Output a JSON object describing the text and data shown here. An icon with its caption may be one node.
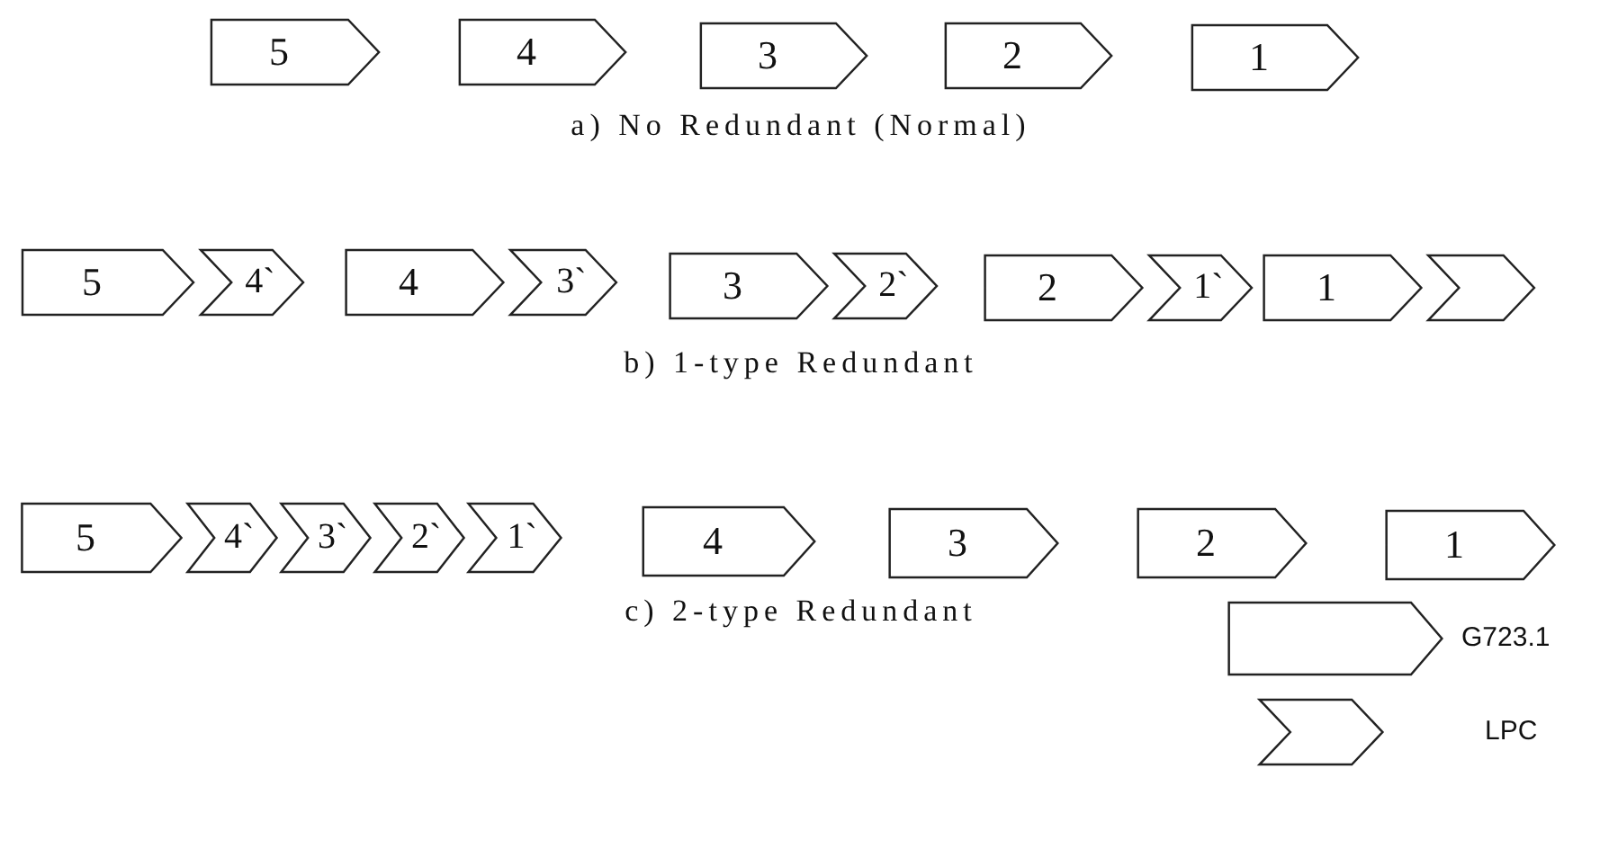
{
  "diagram": {
    "nodes": [
      {
        "text": [
          "5"
        ]
      },
      {
        "text": [
          "4"
        ]
      },
      {
        "text": [
          "3"
        ]
      },
      {
        "text": [
          "2"
        ]
      },
      {
        "text": [
          "1"
        ]
      },
      {
        "text": [
          "5"
        ]
      },
      {
        "text": [
          "4`"
        ]
      },
      {
        "text": [
          "4"
        ]
      },
      {
        "text": [
          "3`"
        ]
      },
      {
        "text": [
          "3"
        ]
      },
      {
        "text": [
          "2`"
        ]
      },
      {
        "text": [
          "2"
        ]
      },
      {
        "text": [
          "1`"
        ]
      },
      {
        "text": [
          "1"
        ]
      },
      {
        "text": [],
        "shape": "chevron"
      },
      {
        "text": [
          "5"
        ]
      },
      {
        "text": [
          "4`"
        ]
      },
      {
        "text": [
          "3`"
        ]
      },
      {
        "text": [
          "2`"
        ]
      },
      {
        "text": [
          "1`"
        ]
      },
      {
        "text": [
          "4"
        ]
      },
      {
        "text": [
          "3"
        ]
      },
      {
        "text": [
          "2"
        ]
      },
      {
        "text": [
          "1"
        ]
      }
    ],
    "labels": [
      "a) No Redundant (Normal)",
      "b) 1-type Redundant",
      "c) 2-type Redundant"
    ],
    "legend": [
      {
        "text": "G723.1"
      },
      {
        "text": "LPC"
      }
    ]
  }
}
